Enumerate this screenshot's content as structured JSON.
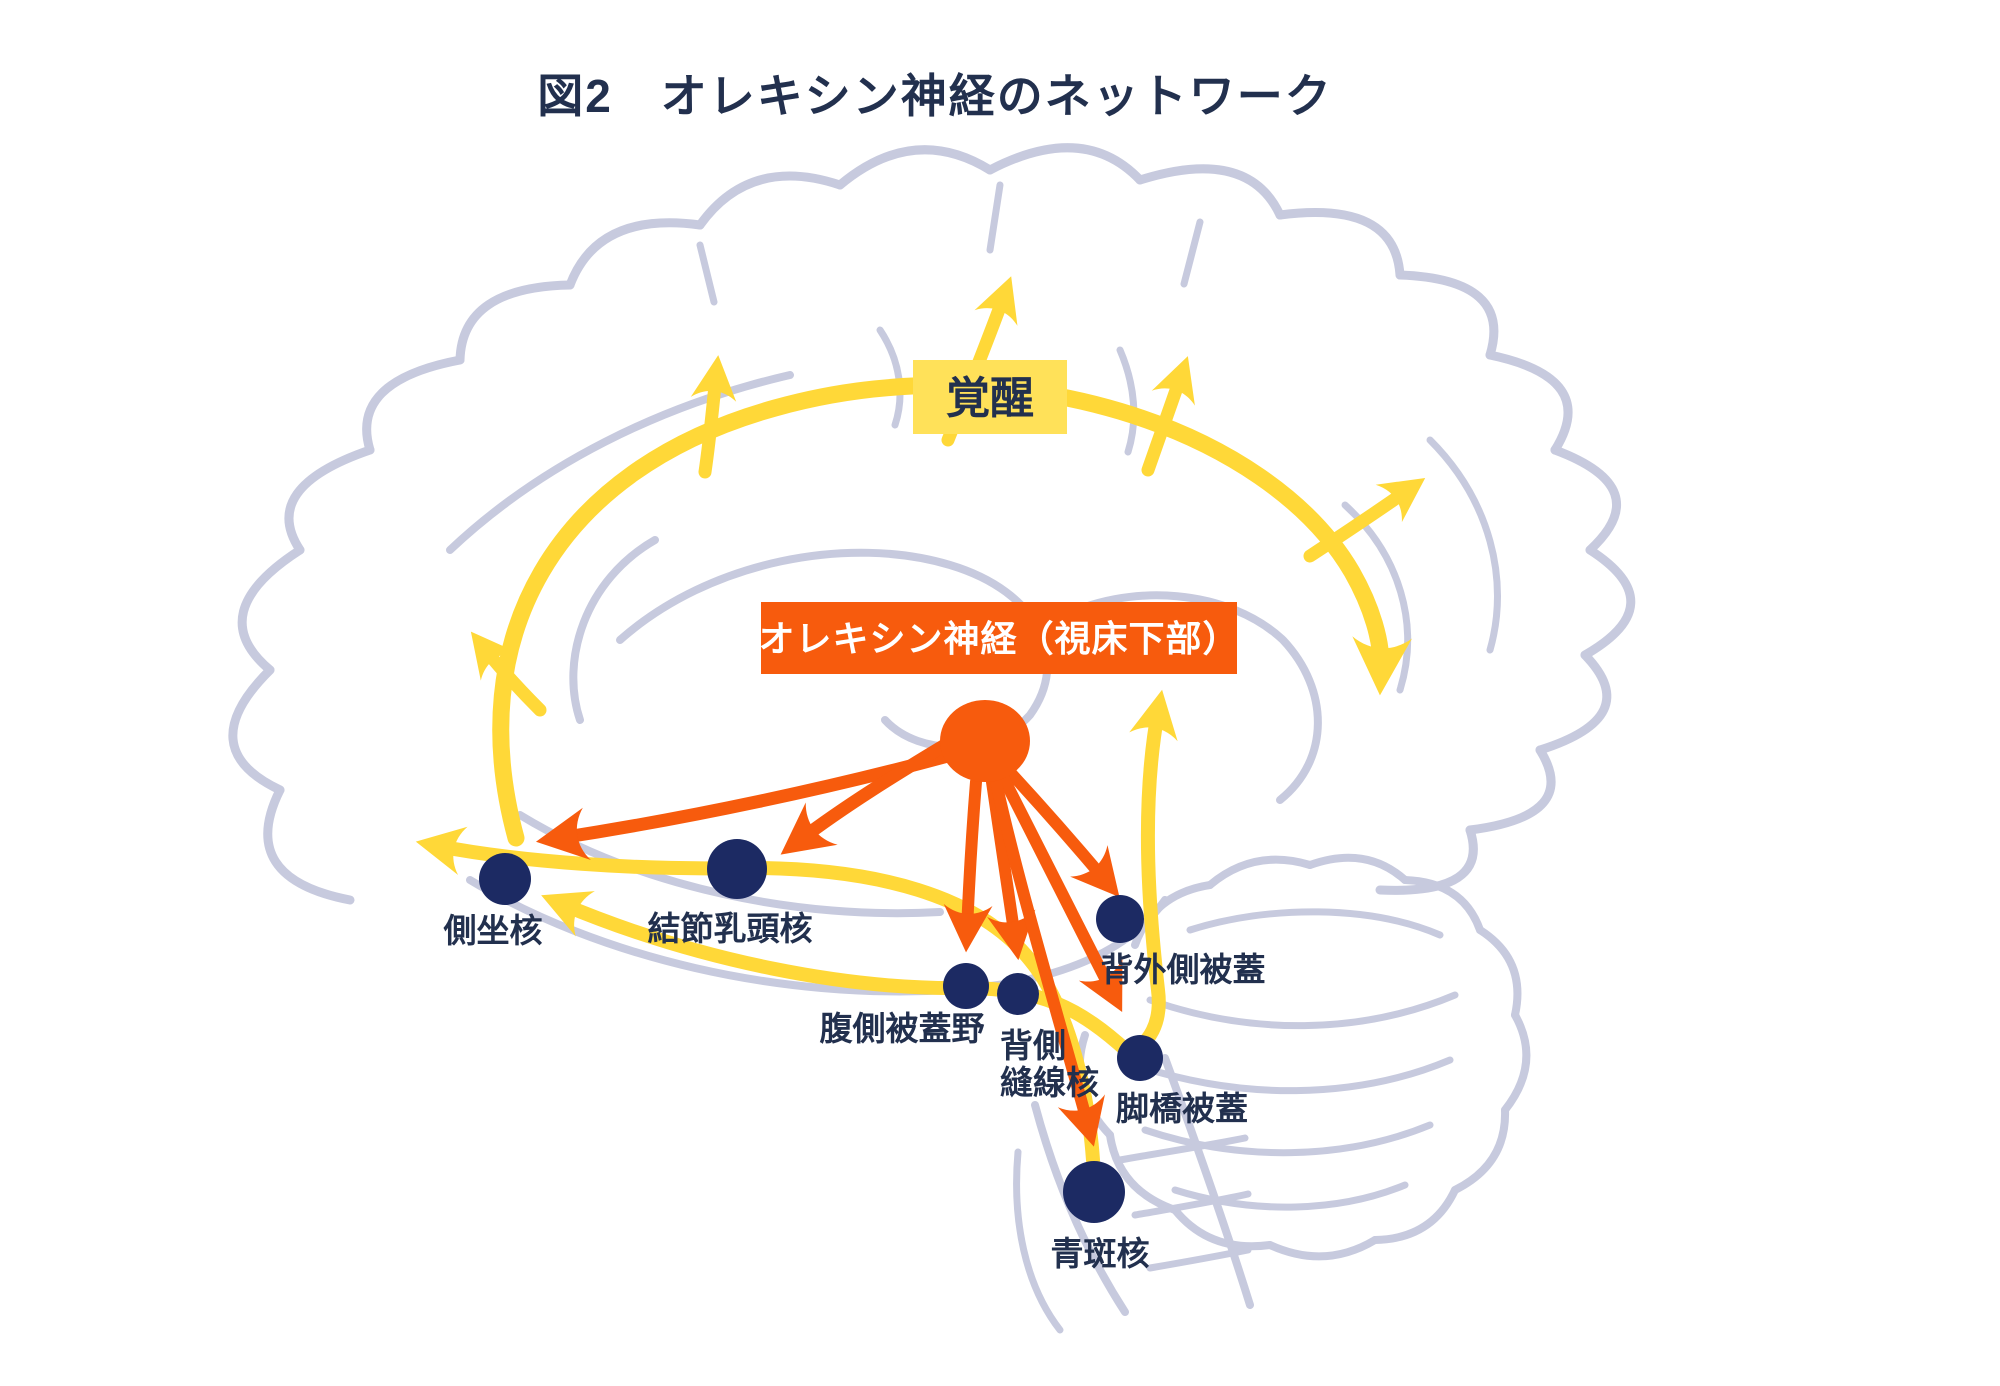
{
  "title": "図2　オレキシン神経のネットワーク",
  "labels": {
    "arousal": "覚醒",
    "source": "オレキシン神経（視床下部）"
  },
  "nuclei": {
    "accumbens": "側坐核",
    "tmn": "結節乳頭核",
    "ldt": "背外側被蓋",
    "vta": "腹側被蓋野",
    "raphe_line1": "背側",
    "raphe_line2": "縫線核",
    "ppt": "脚橋被蓋",
    "lc": "青斑核"
  },
  "colors": {
    "yellow_arrow": "#FFD838",
    "yellow_box": "#FFE159",
    "orange": "#F75B0D",
    "navy_dot": "#1C2A63",
    "navy_text": "#22304E",
    "brain_outline": "#C7CADE",
    "background": "#FFFFFF"
  }
}
